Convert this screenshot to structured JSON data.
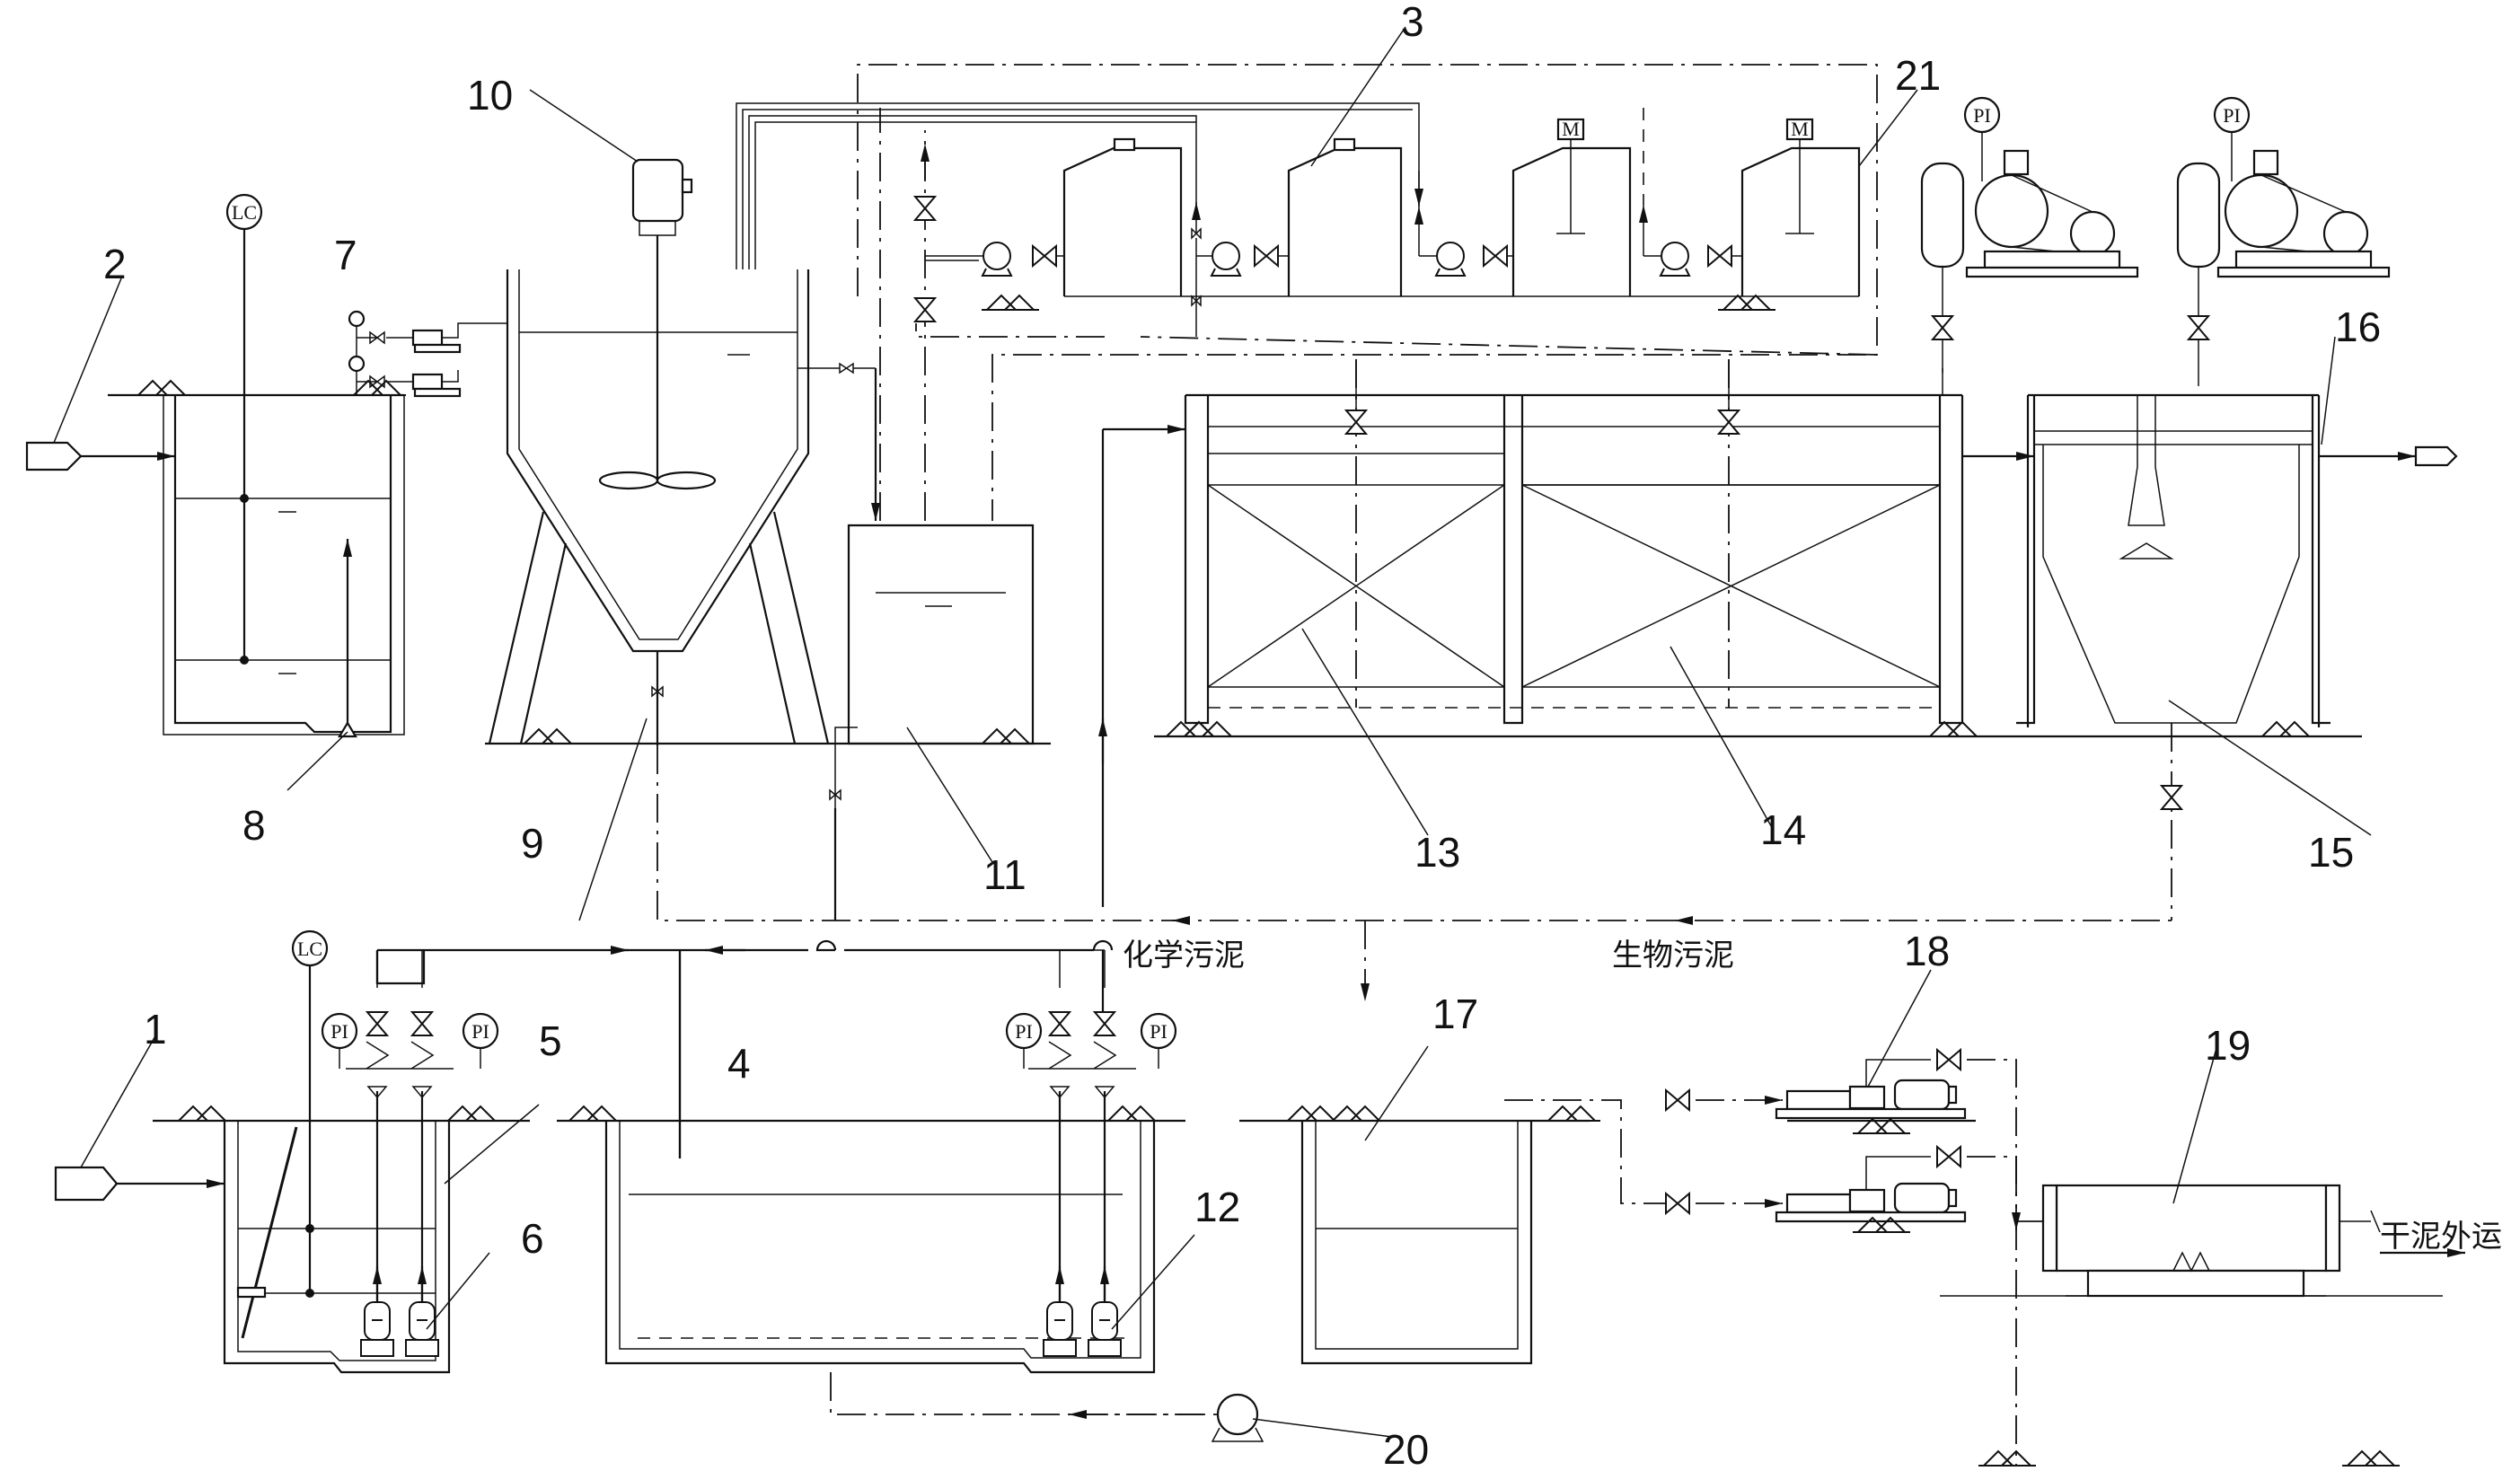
{
  "labels": {
    "n1": "1",
    "n2": "2",
    "n3": "3",
    "n4": "4",
    "n5": "5",
    "n6": "6",
    "n7": "7",
    "n8": "8",
    "n9": "9",
    "n10": "10",
    "n11": "11",
    "n12": "12",
    "n13": "13",
    "n14": "14",
    "n15": "15",
    "n16": "16",
    "n17": "17",
    "n18": "18",
    "n19": "19",
    "n20": "20",
    "n21": "21"
  },
  "texts": {
    "chemical_sludge": "化学污泥",
    "biological_sludge": "生物污泥",
    "dry_sludge_out": "干泥外运"
  },
  "instruments": {
    "lc": "LC",
    "pi": "PI",
    "motor": "M"
  }
}
